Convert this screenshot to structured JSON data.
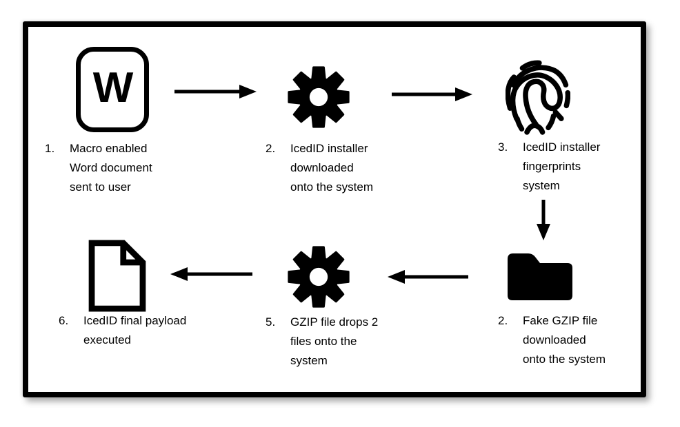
{
  "diagram": {
    "description": "IcedID malware infection chain flowchart",
    "colors": {
      "ink": "#000000",
      "background": "#ffffff",
      "frame_border": "#000000"
    },
    "word_icon_letter": "W",
    "steps": [
      {
        "number": "1.",
        "icon": "word-document-icon",
        "lines": {
          "l1": "Macro enabled",
          "l2": "Word document",
          "l3": "sent to user"
        }
      },
      {
        "number": "2.",
        "icon": "gear-icon",
        "lines": {
          "l1": "IcedID installer",
          "l2": "downloaded",
          "l3": "onto the system"
        }
      },
      {
        "number": "3.",
        "icon": "fingerprint-icon",
        "lines": {
          "l1": "IcedID installer",
          "l2": "fingerprints",
          "l3": "system"
        }
      },
      {
        "number": "2.",
        "icon": "folder-icon",
        "lines": {
          "l1": "Fake GZIP file",
          "l2": "downloaded",
          "l3": "onto the system"
        }
      },
      {
        "number": "5.",
        "icon": "gear-icon",
        "lines": {
          "l1": "GZIP file drops 2",
          "l2": "files onto the",
          "l3": "system"
        }
      },
      {
        "number": "6.",
        "icon": "document-icon",
        "lines": {
          "l1": "IcedID final payload",
          "l2": "executed"
        }
      }
    ],
    "arrows": [
      {
        "from": "step-1",
        "to": "step-2",
        "direction": "right"
      },
      {
        "from": "step-2",
        "to": "step-3",
        "direction": "right"
      },
      {
        "from": "step-3",
        "to": "step-4",
        "direction": "down"
      },
      {
        "from": "step-4",
        "to": "step-5",
        "direction": "left"
      },
      {
        "from": "step-5",
        "to": "step-6",
        "direction": "left"
      }
    ]
  }
}
